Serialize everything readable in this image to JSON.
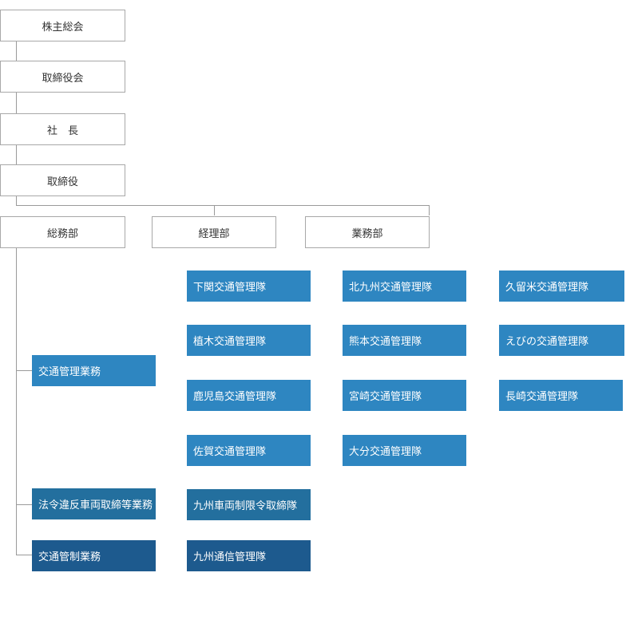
{
  "hierarchy": {
    "shareholders": "株主総会",
    "board": "取締役会",
    "president": "社　長",
    "director": "取締役"
  },
  "departments": {
    "general_affairs": "総務部",
    "accounting": "経理部",
    "operations": "業務部"
  },
  "general_affairs_units": {
    "traffic_management": "交通管理業務",
    "violation_vehicle": "法令違反車両取締等業務",
    "traffic_control": "交通管制業務"
  },
  "squads": {
    "shimonoseki": "下関交通管理隊",
    "ueki": "植木交通管理隊",
    "kagoshima": "鹿児島交通管理隊",
    "saga": "佐賀交通管理隊",
    "kyushu_vehicle_limit": "九州車両制限令取締隊",
    "kyushu_comm": "九州通信管理隊",
    "kitakyushu": "北九州交通管理隊",
    "kumamoto": "熊本交通管理隊",
    "miyazaki": "宮崎交通管理隊",
    "oita": "大分交通管理隊",
    "kurume": "久留米交通管理隊",
    "ebino": "えびの交通管理隊",
    "nagasaki": "長崎交通管理隊"
  },
  "colors": {
    "traffic_management": "#2e86c1",
    "violation_vehicle": "#236f9e",
    "traffic_control": "#1d5a8e",
    "connector": "#9a9a9a",
    "outline_border": "#a8a8a8"
  }
}
